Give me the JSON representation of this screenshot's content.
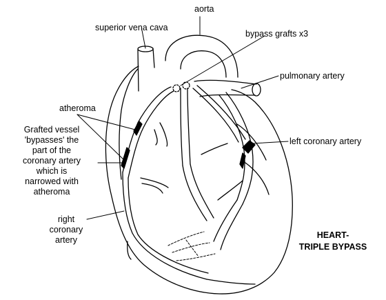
{
  "labels": {
    "aorta": "aorta",
    "superior_vena_cava": "superior vena cava",
    "bypass_grafts": "bypass grafts x3",
    "pulmonary_artery": "pulmonary artery",
    "atheroma": "atheroma",
    "grafted_vessel": [
      "Grafted vessel",
      "'bypasses' the",
      "part of the",
      "coronary artery",
      "which is",
      "narrowed with",
      "atheroma"
    ],
    "left_coronary_artery": "left coronary artery",
    "right_coronary_artery": [
      "right",
      "coronary",
      "artery"
    ]
  },
  "title": [
    "HEART-",
    "TRIPLE BYPASS"
  ]
}
